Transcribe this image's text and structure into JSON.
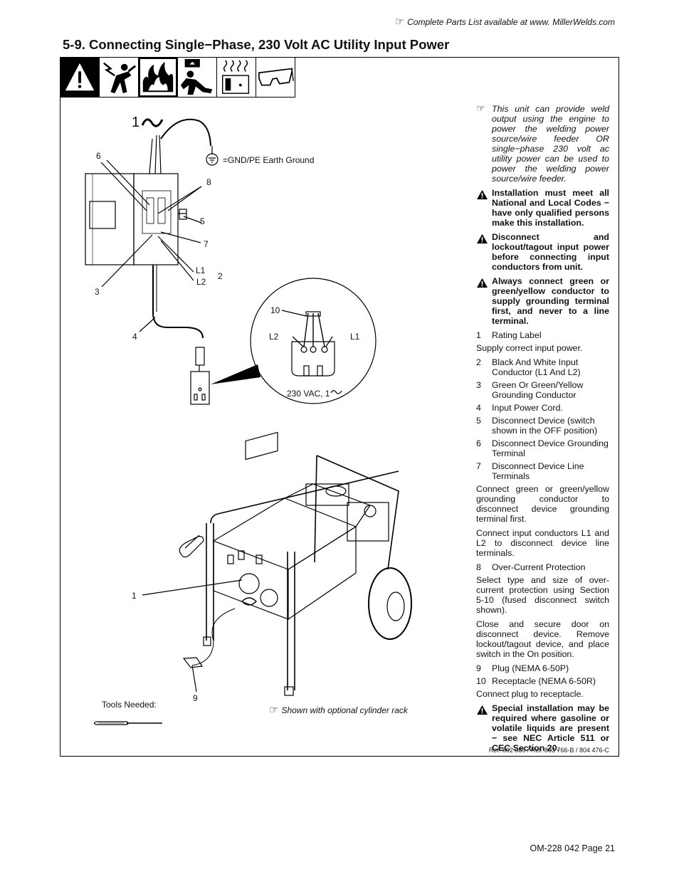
{
  "header": {
    "parts_note_icon": "pointing-hand-icon",
    "parts_note": "Complete Parts List available at www. MillerWelds.com",
    "section_title": "5-9.   Connecting Single−Phase, 230 Volt AC Utility Input Power"
  },
  "hazard_icons": [
    "warning-triangle-icon",
    "electric-shock-icon",
    "fire-icon",
    "falling-equipment-icon",
    "hot-parts-icon",
    "safety-glasses-icon"
  ],
  "diagram": {
    "phase_symbol": "1",
    "ground_label": "=GND/PE Earth Ground",
    "callouts": {
      "c1": "1",
      "c2": "2",
      "c3": "3",
      "c4": "4",
      "c5": "5",
      "c6": "6",
      "c7": "7",
      "c8": "8",
      "c9": "9",
      "c10": "10"
    },
    "l1": "L1",
    "l2": "L2",
    "receptacle_l1": "L1",
    "receptacle_l2": "L2",
    "voltage_label": "230 VAC, 1",
    "tools_needed": "Tools Needed:",
    "cylinder_note": "Shown with optional cylinder rack"
  },
  "sidebar": {
    "intro_note": "This unit can provide weld output using the engine to power the welding power source/wire feeder OR single−phase 230 volt ac utility power can be used to power the welding power source/wire feeder.",
    "warnings": {
      "w1": "Installation must meet all National and Local Codes − have only qualified persons make this installation.",
      "w2": "Disconnect and lockout/tagout input power before connecting input conductors from unit.",
      "w3": "Always connect green or green/yellow conductor to supply grounding terminal first, and never to a line terminal.",
      "w4": "Special installation may be required where gasoline or volatile liquids are present − see NEC Article 511 or CEC Section 20."
    },
    "items": {
      "i1": {
        "num": "1",
        "text": "Rating Label"
      },
      "i2": {
        "num": "2",
        "text": "Black And White Input Conductor (L1 And L2)"
      },
      "i3": {
        "num": "3",
        "text": "Green Or Green/Yellow Grounding Conductor"
      },
      "i4": {
        "num": "4",
        "text": "Input Power Cord."
      },
      "i5": {
        "num": "5",
        "text": "Disconnect Device (switch shown in the OFF position)"
      },
      "i6": {
        "num": "6",
        "text": "Disconnect Device Grounding Terminal"
      },
      "i7": {
        "num": "7",
        "text": "Disconnect Device Line Terminals"
      },
      "i8": {
        "num": "8",
        "text": "Over-Current Protection"
      },
      "i9": {
        "num": "9",
        "text": "Plug (NEMA 6-50P)"
      },
      "i10": {
        "num": "10",
        "text": "Receptacle (NEMA 6-50R)"
      }
    },
    "paras": {
      "p1": "Supply correct input power.",
      "p2": "Connect green or green/yellow grounding conductor to disconnect device grounding terminal first.",
      "p3": "Connect input conductors L1 and L2 to disconnect device line terminals.",
      "p4": "Select type and size of over-current protection using Section 5-10 (fused disconnect switch shown).",
      "p5": "Close and secure door on disconnect device. Remove lockout/tagout device, and place switch in the On position.",
      "p6": "Connect plug to receptacle."
    }
  },
  "footer": {
    "reference": "Ref. 802 085 / Ref. 803 766-B / 804 476-C",
    "page": "OM-228 042 Page 21"
  }
}
